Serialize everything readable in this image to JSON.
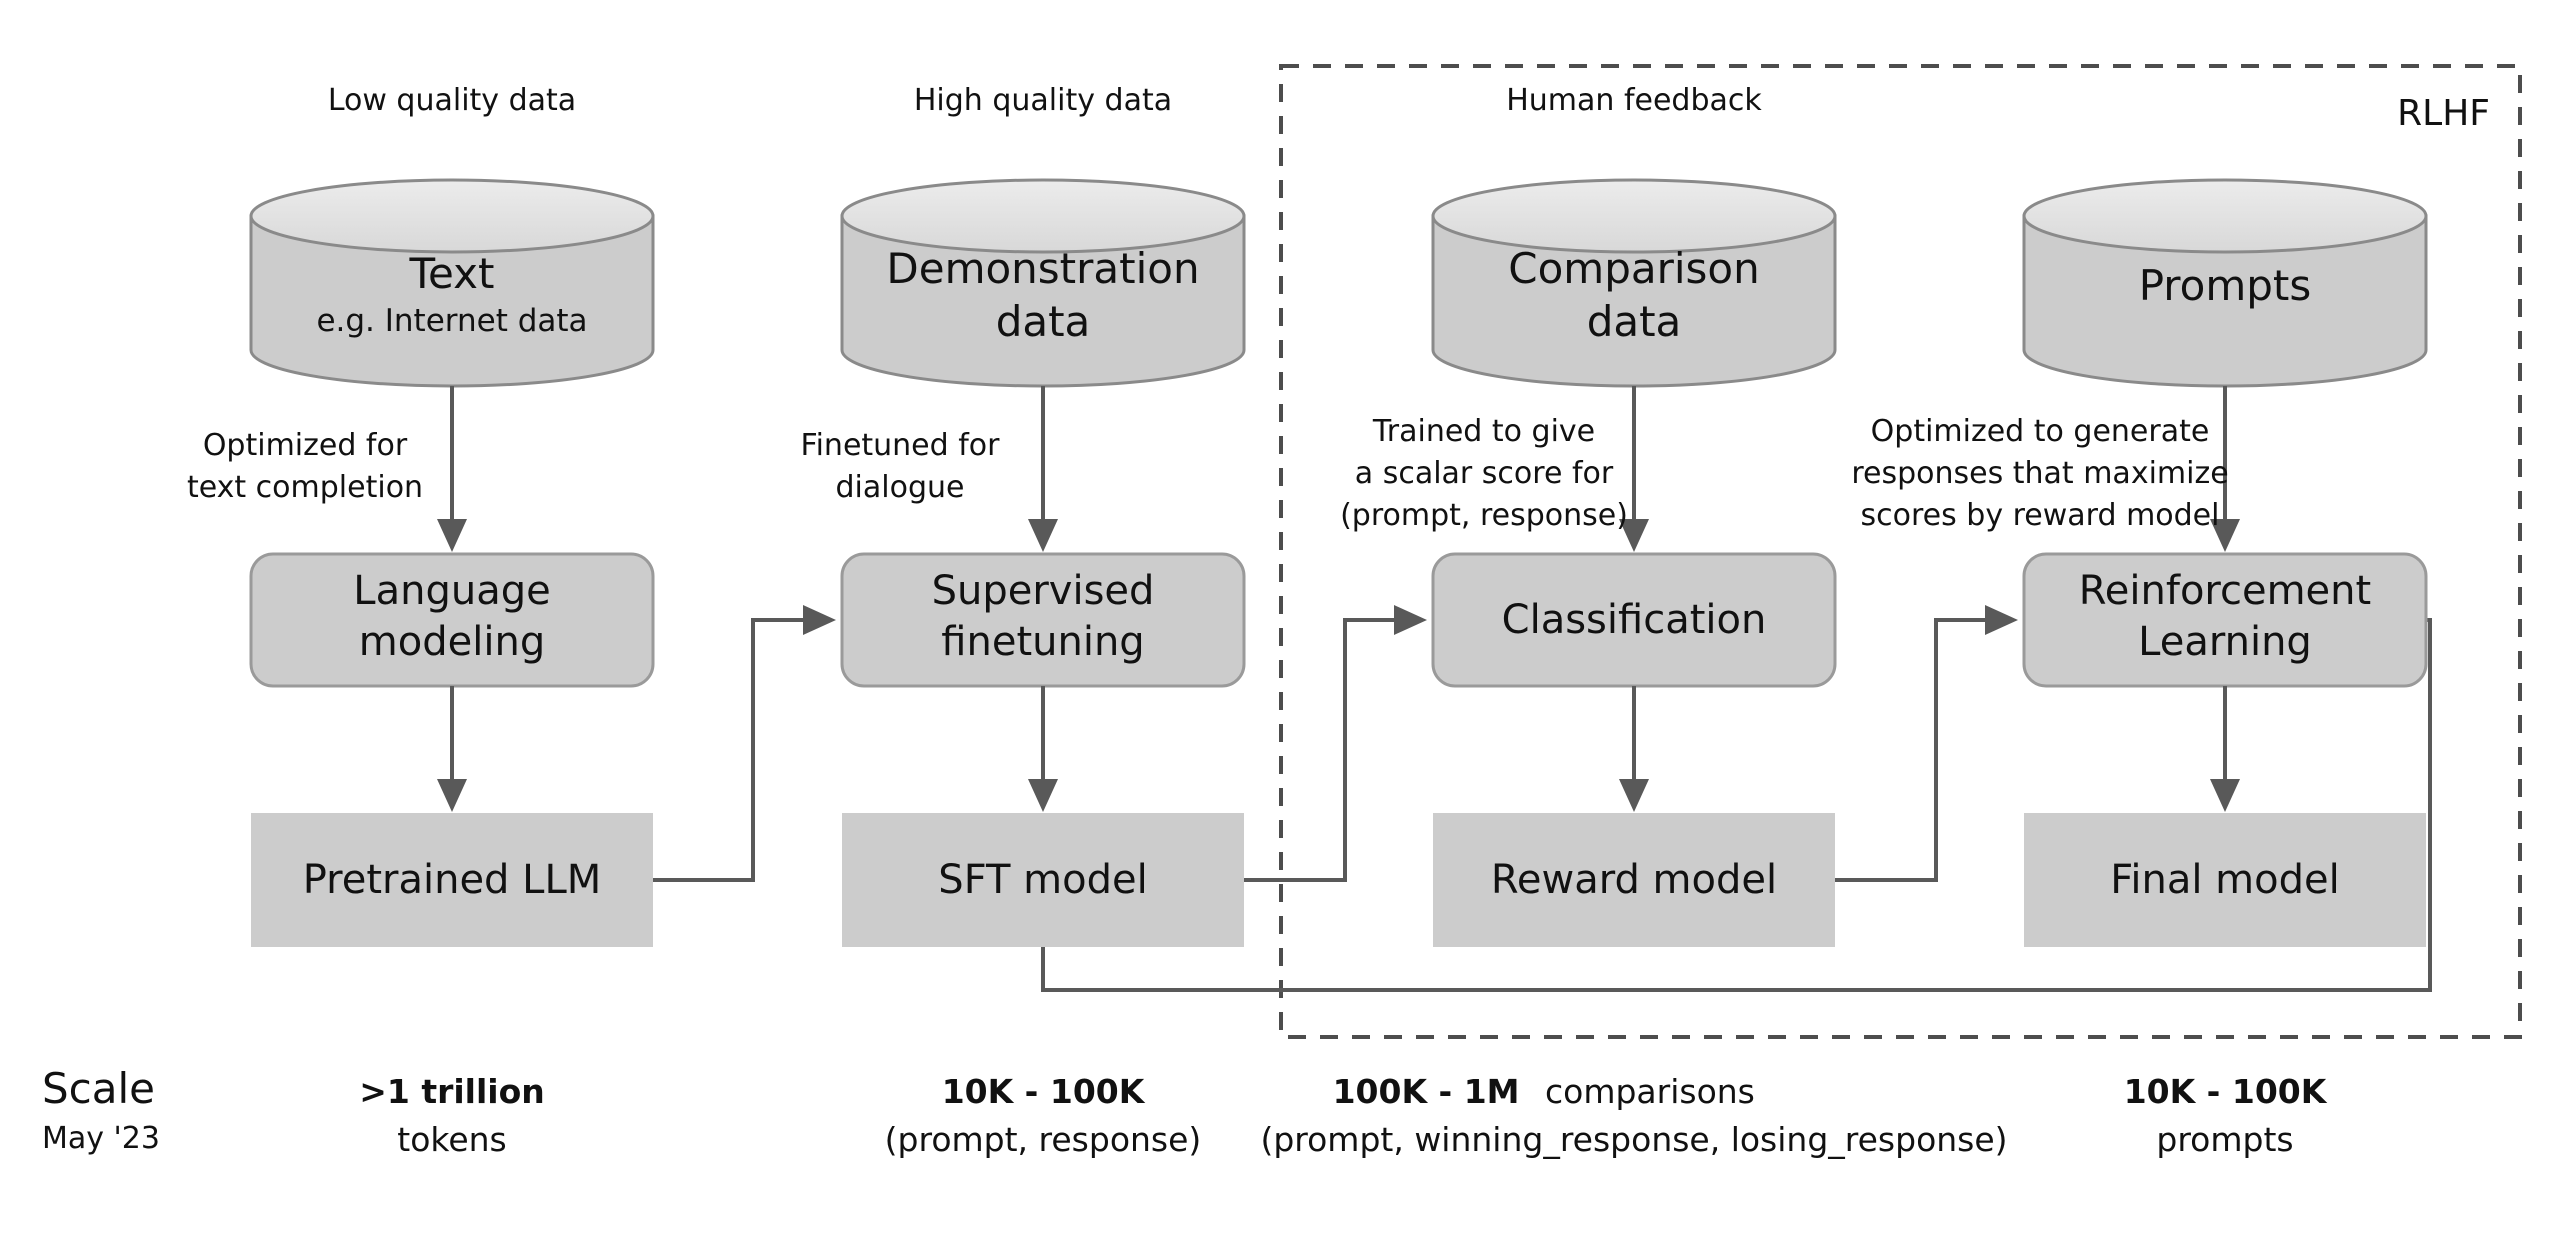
{
  "diagram": {
    "title_group": "RLHF",
    "colors": {
      "shape_fill": "#cccccc",
      "shape_top_fill": "#e0e0e0",
      "shape_stroke": "#8a8a8a",
      "flow_stroke": "#595959",
      "dashed_stroke": "#4d4d4d",
      "text": "#111111",
      "background": "#ffffff"
    },
    "stages": [
      {
        "caption": "Low quality data",
        "store_title": "Text",
        "store_subtitle": "e.g. Internet data",
        "edge_label_line1": "Optimized for",
        "edge_label_line2": "text completion",
        "edge_label_line3": "",
        "process": "Language\nmodeling",
        "process_line1": "Language",
        "process_line2": "modeling",
        "model": "Pretrained LLM",
        "scale_bold": ">1 trillion",
        "scale_regular": "tokens",
        "scale_regular_suffix": ""
      },
      {
        "caption": "High quality data",
        "store_title": "Demonstration",
        "store_subtitle": "data",
        "edge_label_line1": "Finetuned for",
        "edge_label_line2": "dialogue",
        "edge_label_line3": "",
        "process_line1": "Supervised",
        "process_line2": "finetuning",
        "model": "SFT model",
        "scale_bold": "10K - 100K",
        "scale_regular": "(prompt, response)",
        "scale_regular_suffix": ""
      },
      {
        "caption": "Human feedback",
        "store_title": "Comparison",
        "store_subtitle": "data",
        "edge_label_line1": "Trained to give",
        "edge_label_line2": "a scalar score for",
        "edge_label_line3": "(prompt, response)",
        "process_line1": "Classification",
        "process_line2": "",
        "model": "Reward model",
        "scale_bold": "100K - 1M",
        "scale_regular": "(prompt, winning_response, losing_response)",
        "scale_regular_suffix": "comparisons"
      },
      {
        "caption": "",
        "store_title": "Prompts",
        "store_subtitle": "",
        "edge_label_line1": "Optimized to generate",
        "edge_label_line2": "responses that maximize",
        "edge_label_line3": "scores by reward model",
        "process_line1": "Reinforcement",
        "process_line2": "Learning",
        "model": "Final model",
        "scale_bold": "10K - 100K",
        "scale_regular": "prompts",
        "scale_regular_suffix": ""
      }
    ],
    "scale_legend": {
      "title": "Scale",
      "date": "May '23"
    }
  }
}
